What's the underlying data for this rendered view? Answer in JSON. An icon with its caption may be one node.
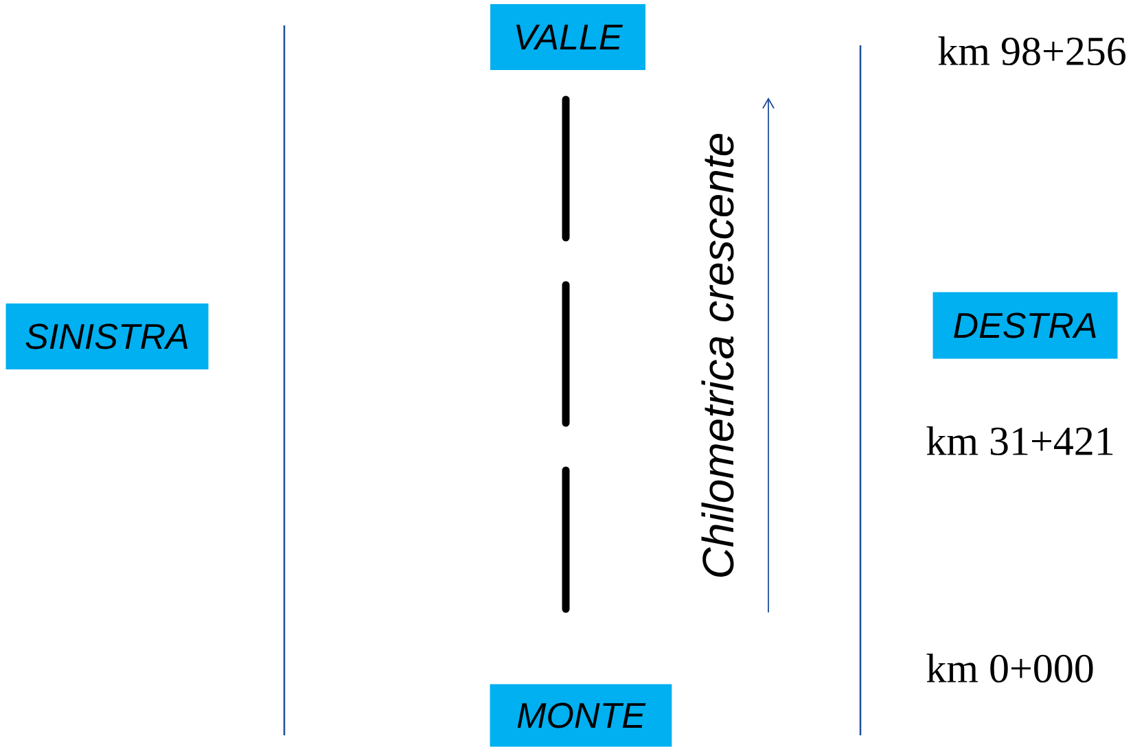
{
  "diagram": {
    "nodes": [
      {
        "text": [
          "VALLE"
        ]
      },
      {
        "text": [
          "SINISTRA"
        ]
      },
      {
        "text": [
          "DESTRA"
        ]
      },
      {
        "text": [
          "MONTE"
        ]
      }
    ],
    "labels": [
      "km 98+256",
      "Chilometrica crescente",
      "km 31+421",
      "km 0+000"
    ]
  }
}
